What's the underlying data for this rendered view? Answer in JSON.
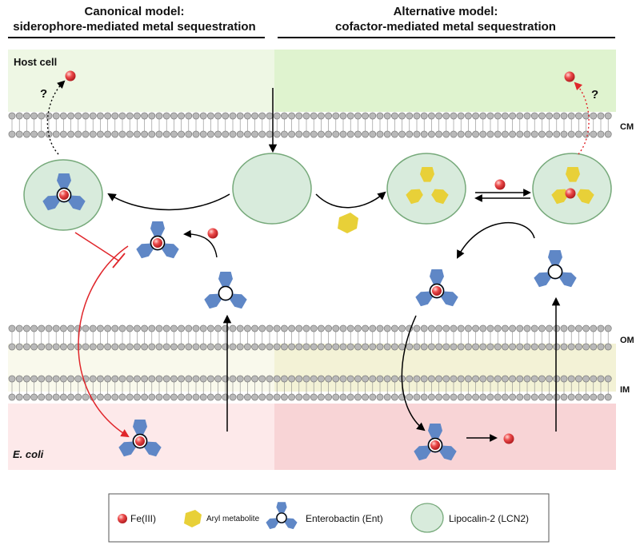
{
  "titles": {
    "left_line1": "Canonical model:",
    "left_line2": "siderophore-mediated metal sequestration",
    "right_line1": "Alternative model:",
    "right_line2": "cofactor-mediated metal sequestration"
  },
  "compartments": {
    "host": "Host cell",
    "bacterium": "E. coli"
  },
  "membranes": {
    "cm": "CM",
    "om": "OM",
    "im": "IM"
  },
  "unknown_mark": "?",
  "legend": {
    "fe": "Fe(III)",
    "aryl": "Aryl metabolite",
    "ent": "Enterobactin (Ent)",
    "lcn2": "Lipocalin-2 (LCN2)"
  },
  "colors": {
    "host_left": "#eef7e4",
    "host_right": "#dff3cf",
    "periplasm_left": "#f9f9ec",
    "periplasm_right": "#f3f2d6",
    "cytoplasm_left": "#fde9ea",
    "cytoplasm_right": "#f8d4d6",
    "lcn2_fill": "#d8ebdc",
    "lcn2_stroke": "#76a97a",
    "ent_blue": "#5f87c6",
    "aryl_yellow": "#e8d038",
    "fe_red": "#d9262b",
    "inhibit_red": "#e0262b",
    "lipid_head": "#b9b9b9"
  }
}
